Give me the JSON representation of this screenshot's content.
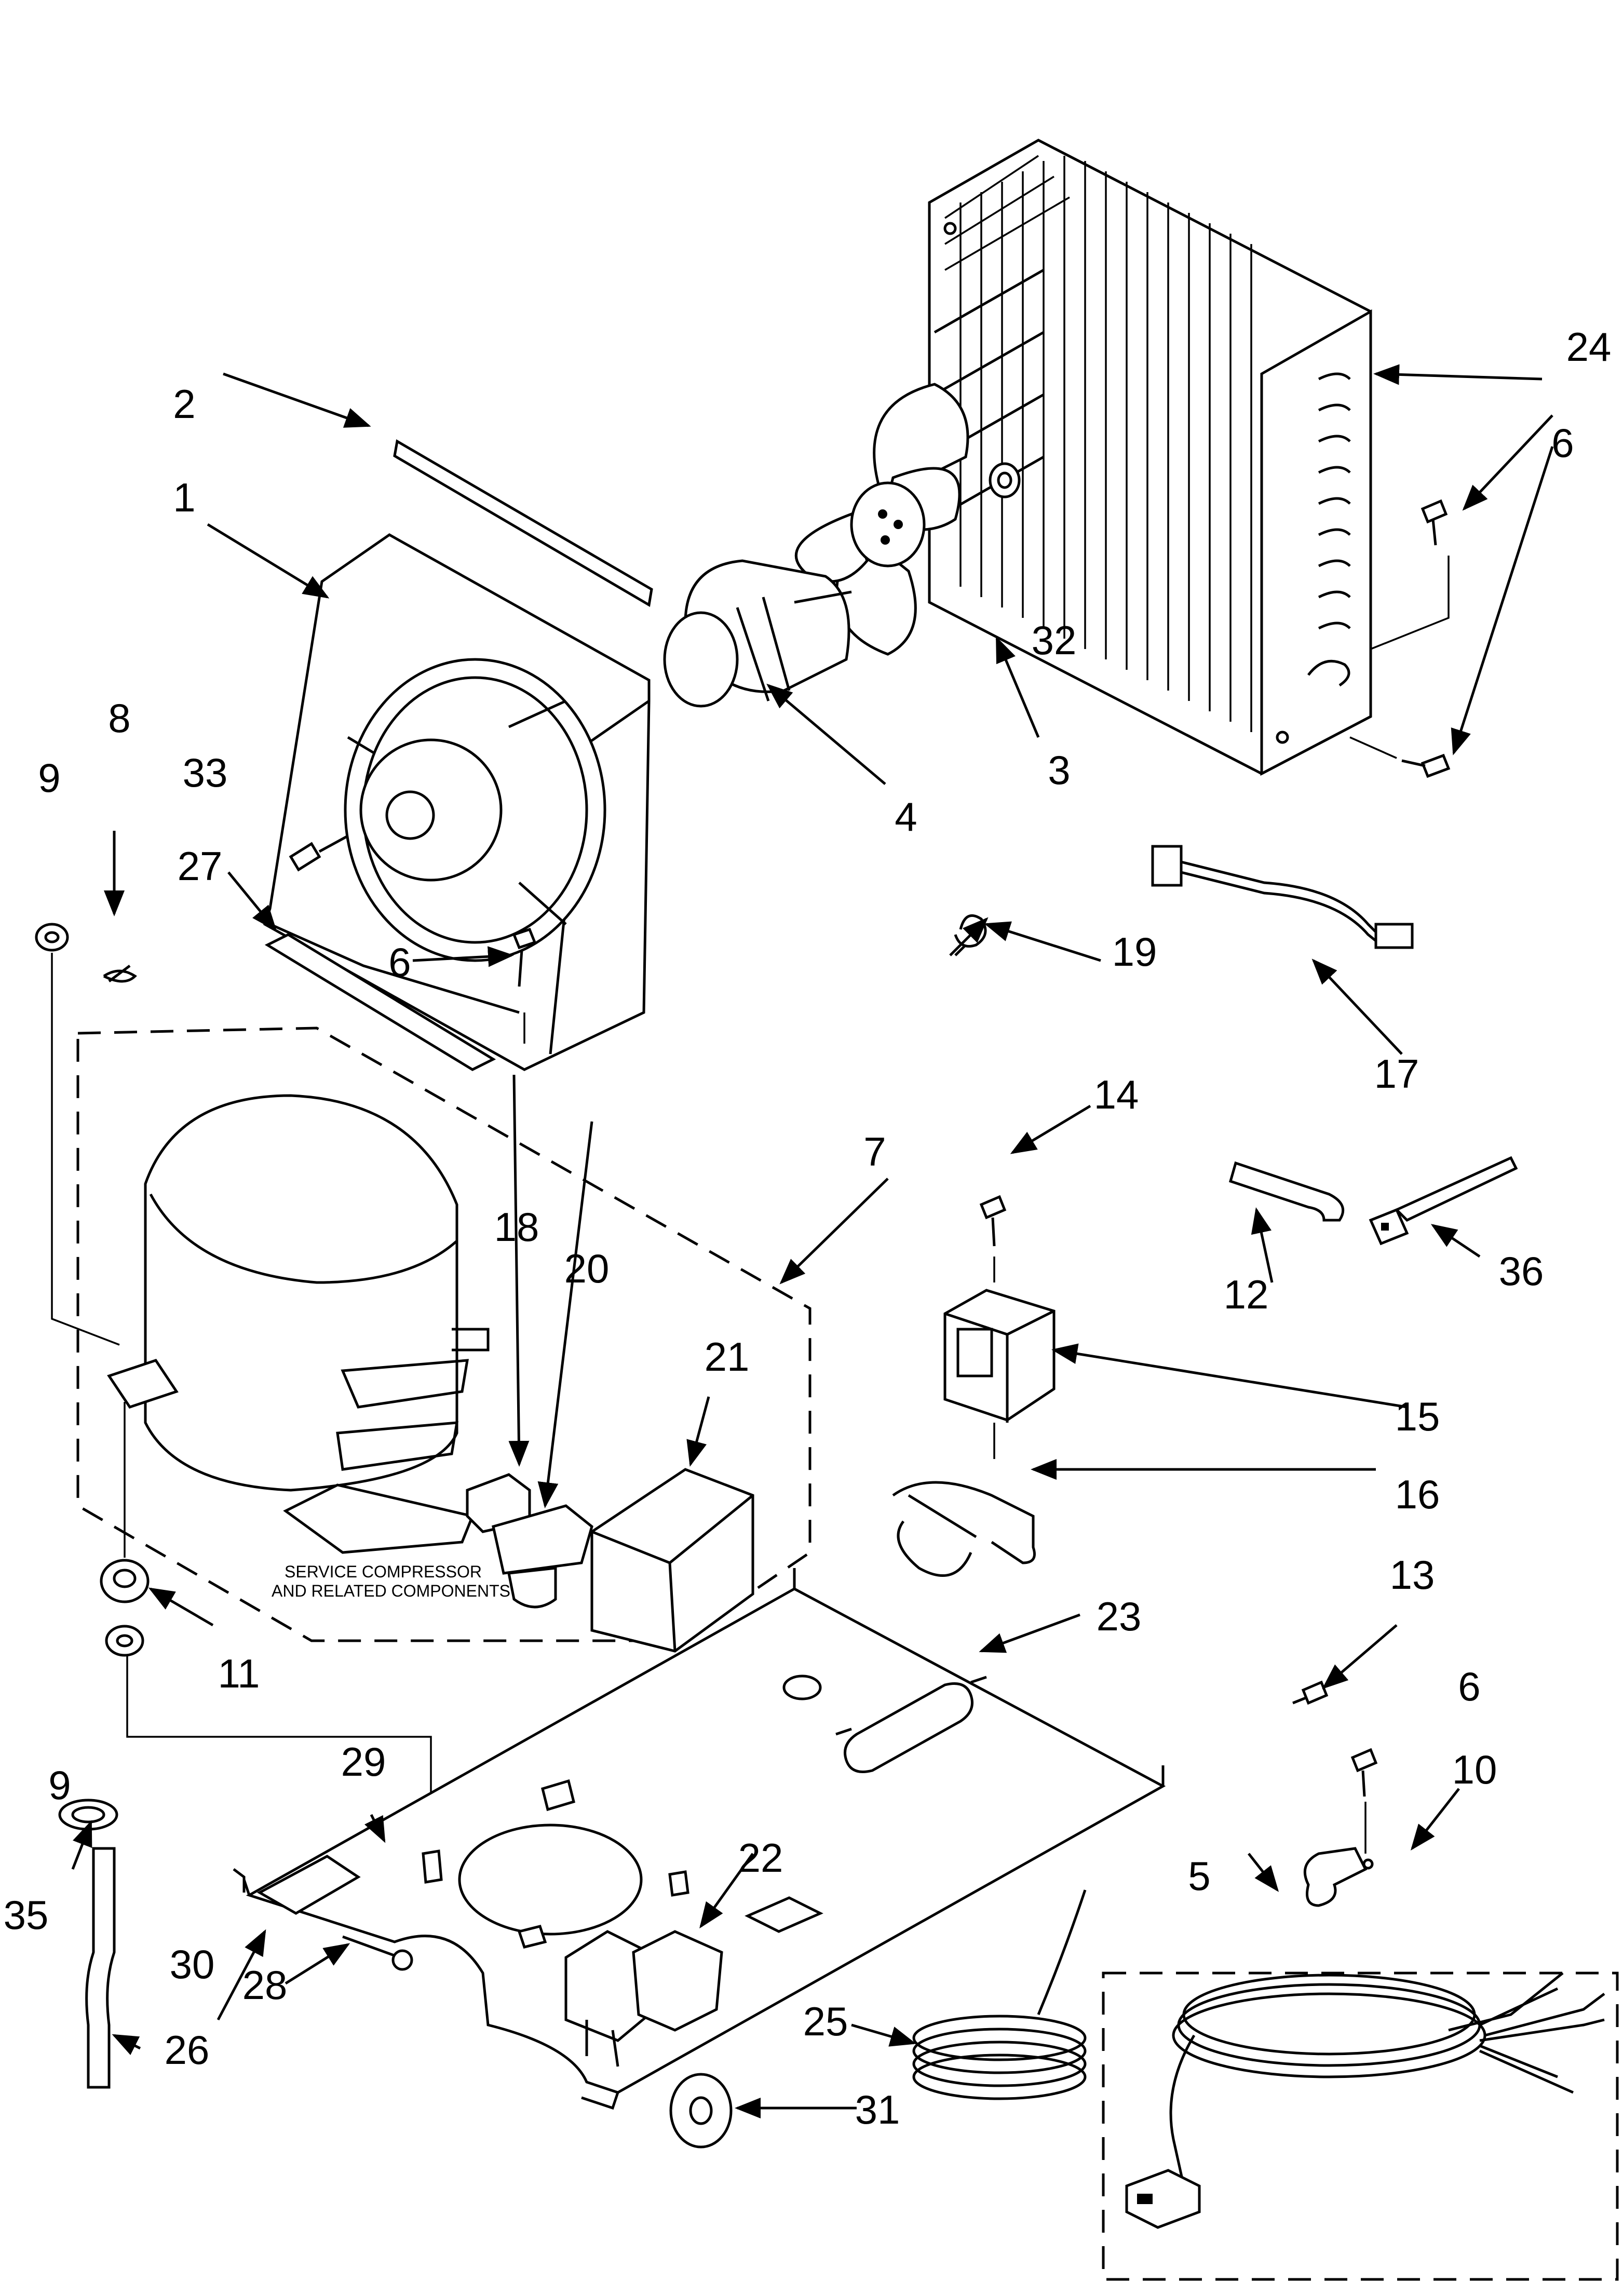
{
  "callouts": {
    "c1": "1",
    "c2": "2",
    "c3": "3",
    "c4": "4",
    "c5": "5",
    "c6a": "6",
    "c6b": "6",
    "c6c": "6",
    "c7": "7",
    "c8": "8",
    "c9a": "9",
    "c9b": "9",
    "c10": "10",
    "c11": "11",
    "c12": "12",
    "c13": "13",
    "c14": "14",
    "c15": "15",
    "c16": "16",
    "c17": "17",
    "c18": "18",
    "c19": "19",
    "c20": "20",
    "c21": "21",
    "c22": "22",
    "c23": "23",
    "c24": "24",
    "c25": "25",
    "c26": "26",
    "c27": "27",
    "c28": "28",
    "c29": "29",
    "c30": "30",
    "c31": "31",
    "c32": "32",
    "c33": "33",
    "c35": "35",
    "c36": "36"
  },
  "group_note": {
    "line1": "SERVICE COMPRESSOR",
    "line2": "AND RELATED COMPONENTS"
  }
}
